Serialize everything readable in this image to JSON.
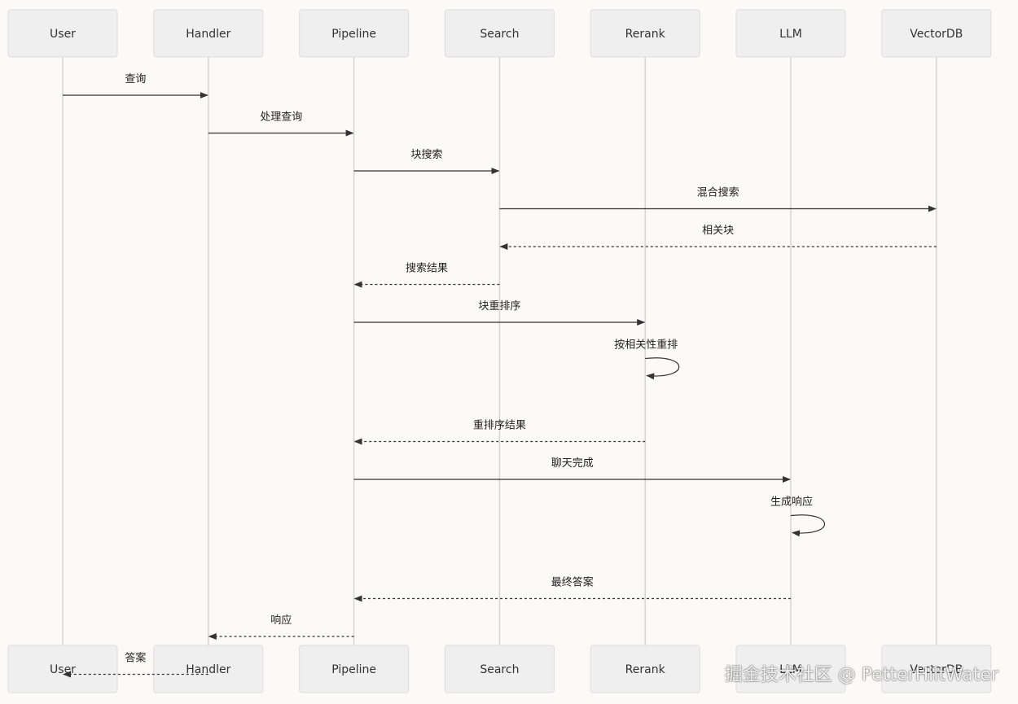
{
  "actors": [
    {
      "id": "User",
      "label": "User"
    },
    {
      "id": "Handler",
      "label": "Handler"
    },
    {
      "id": "Pipeline",
      "label": "Pipeline"
    },
    {
      "id": "Search",
      "label": "Search"
    },
    {
      "id": "Rerank",
      "label": "Rerank"
    },
    {
      "id": "LLM",
      "label": "LLM"
    },
    {
      "id": "VectorDB",
      "label": "VectorDB"
    }
  ],
  "messages": [
    {
      "from": "User",
      "to": "Handler",
      "label": "查询",
      "style": "solid"
    },
    {
      "from": "Handler",
      "to": "Pipeline",
      "label": "处理查询",
      "style": "solid"
    },
    {
      "from": "Pipeline",
      "to": "Search",
      "label": "块搜索",
      "style": "solid"
    },
    {
      "from": "Search",
      "to": "VectorDB",
      "label": "混合搜索",
      "style": "solid"
    },
    {
      "from": "VectorDB",
      "to": "Search",
      "label": "相关块",
      "style": "dashed"
    },
    {
      "from": "Search",
      "to": "Pipeline",
      "label": "搜索结果",
      "style": "dashed"
    },
    {
      "from": "Pipeline",
      "to": "Rerank",
      "label": "块重排序",
      "style": "solid"
    },
    {
      "from": "Rerank",
      "to": "Rerank",
      "label": "按相关性重排",
      "style": "solid"
    },
    {
      "from": "Rerank",
      "to": "Pipeline",
      "label": "重排序结果",
      "style": "dashed"
    },
    {
      "from": "Pipeline",
      "to": "LLM",
      "label": "聊天完成",
      "style": "solid"
    },
    {
      "from": "LLM",
      "to": "LLM",
      "label": "生成响应",
      "style": "solid"
    },
    {
      "from": "LLM",
      "to": "Pipeline",
      "label": "最终答案",
      "style": "dashed"
    },
    {
      "from": "Pipeline",
      "to": "Handler",
      "label": "响应",
      "style": "dashed"
    },
    {
      "from": "Handler",
      "to": "User",
      "label": "答案",
      "style": "dashed"
    }
  ],
  "watermark": "掘金技术社区 @ PetterHiltWater"
}
